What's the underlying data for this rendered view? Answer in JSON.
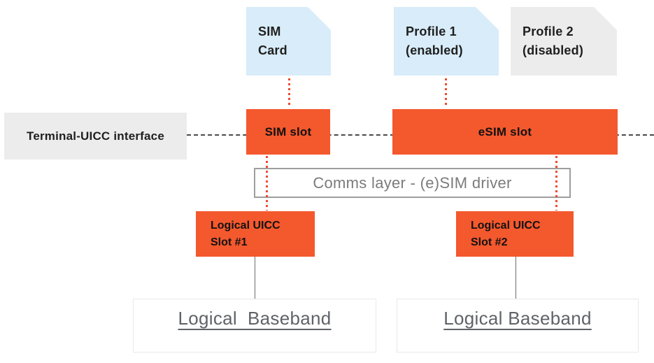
{
  "diagram": {
    "title_context": "SIM / eSIM slot architecture diagram",
    "cards": {
      "sim_card": {
        "line1": "SIM",
        "line2": "Card"
      },
      "profile1": {
        "line1": "Profile 1",
        "line2": "(enabled)"
      },
      "profile2": {
        "line1": "Profile 2",
        "line2": "(disabled)"
      }
    },
    "interface_row": {
      "terminal_label": "Terminal-UICC interface",
      "sim_slot_label": "SIM slot",
      "esim_slot_label": "eSIM slot"
    },
    "comms_layer": {
      "label": "Comms layer - (e)SIM driver"
    },
    "logical_slots": {
      "slot1": {
        "line1": "Logical UICC",
        "line2": "Slot #1"
      },
      "slot2": {
        "line1": "Logical UICC",
        "line2": "Slot #2"
      }
    },
    "basebands": {
      "left_label": "Logical  Baseband",
      "right_label": "Logical Baseband"
    },
    "colors": {
      "orange": "#f4582d",
      "light_blue": "#d8ecf9",
      "light_grey": "#ececec",
      "red_dotted": "#ee4b31",
      "dashed_grey": "#4a4a4a",
      "comms_border": "#9e9e9e",
      "baseband_text": "#5f6368"
    }
  }
}
